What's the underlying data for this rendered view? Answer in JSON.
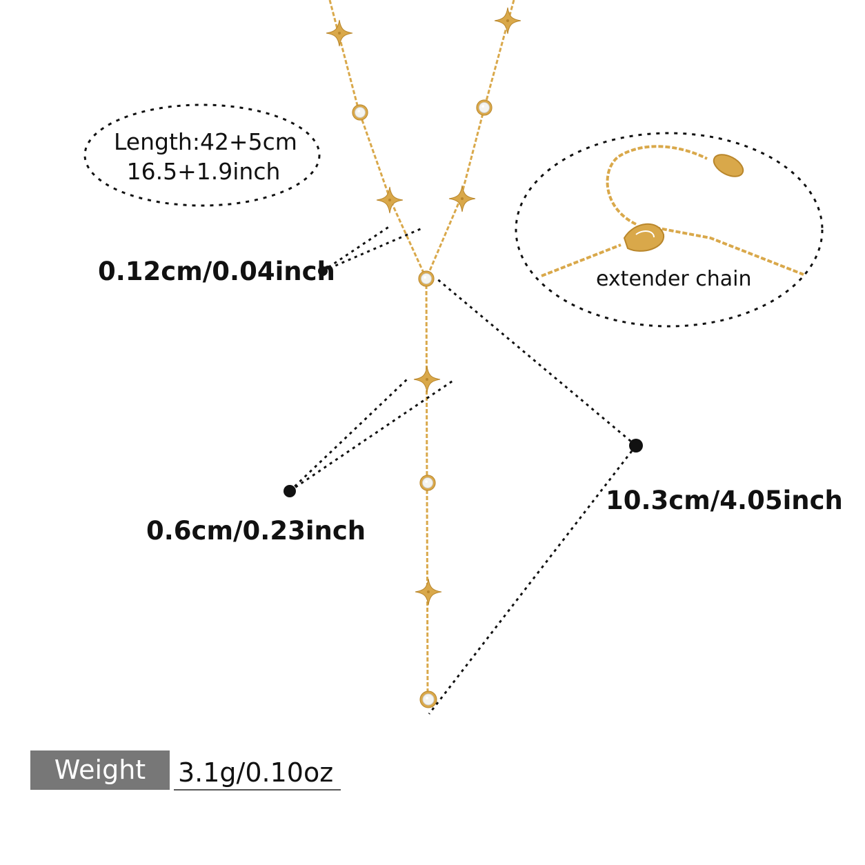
{
  "length_label": {
    "line1": "Length:42+5cm",
    "line2": "16.5+1.9inch"
  },
  "measurements": {
    "chain_width": "0.12cm/0.04inch",
    "charm_size": "0.6cm/0.23inch",
    "drop_length": "10.3cm/4.05inch"
  },
  "extender_label": "extender chain",
  "weight": {
    "label": "Weight",
    "value": "3.1g/0.10oz"
  },
  "colors": {
    "gold": "#d9a84a",
    "gold_dark": "#b9862b",
    "crystal": "#f4f4f0",
    "dots": "#111111",
    "weight_bg": "#777777"
  },
  "icons": [
    "star-charm-icon",
    "crystal-bezel-icon",
    "lobster-clasp-icon",
    "extender-tag-icon"
  ]
}
